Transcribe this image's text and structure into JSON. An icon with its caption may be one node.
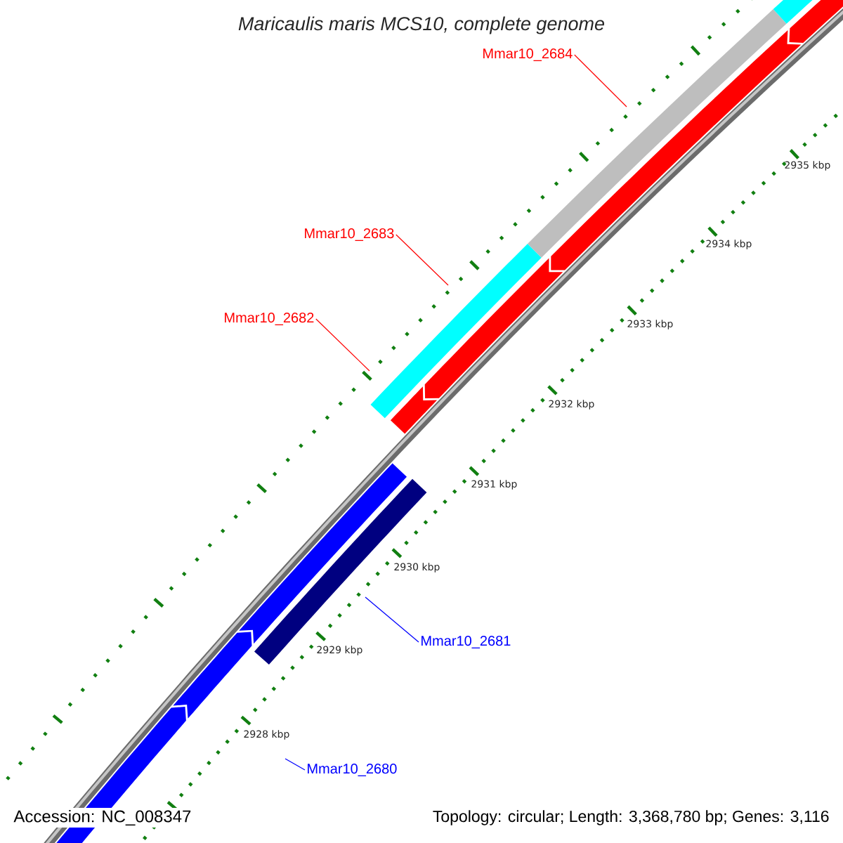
{
  "diagram": {
    "title": "Maricaulis maris MCS10, complete genome",
    "nodes": [
      {
        "text": [
          "Mmar10_2684"
        ]
      },
      {
        "text": [
          "Mmar10_2683"
        ]
      },
      {
        "text": [
          "Mmar10_2682"
        ]
      },
      {
        "text": [
          "Mmar10_2681"
        ]
      },
      {
        "text": [
          "Mmar10_2680"
        ]
      }
    ],
    "edges": [
      {
        "from": 0,
        "to": null,
        "arrow": "none"
      },
      {
        "from": 1,
        "to": null,
        "arrow": "none"
      },
      {
        "from": 2,
        "to": null,
        "arrow": "none"
      },
      {
        "from": null,
        "to": 3,
        "arrow": "none",
        "color": "#0000ff"
      },
      {
        "from": null,
        "to": 4,
        "arrow": "none",
        "color": "#0000ff"
      }
    ],
    "labels": [
      "2935 kbp",
      "2934 kbp",
      "2933 kbp",
      "2932 kbp",
      "2931 kbp",
      "2930 kbp",
      "2929 kbp",
      "2928 kbp",
      "Accession: NC_008347",
      "Topology: circular; Length: 3,368,780 bp; Genes: 3,116"
    ]
  }
}
